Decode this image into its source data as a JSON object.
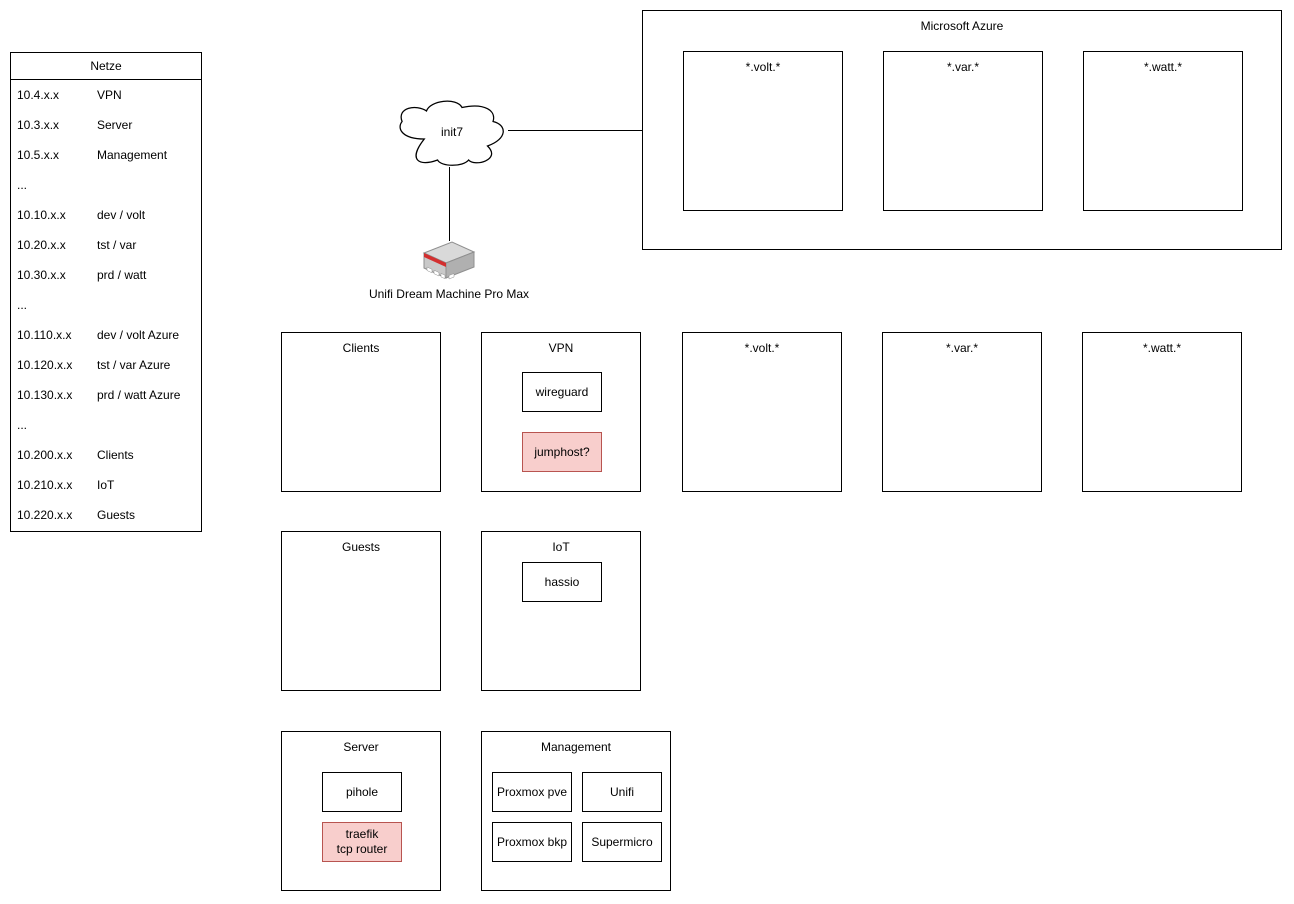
{
  "colors": {
    "shape_border": "#000000",
    "shape_fill": "#ffffff",
    "highlight_fill": "#f8cecc",
    "highlight_border": "#b85450",
    "router_red": "#d32f2f"
  },
  "netze": {
    "title": "Netze",
    "rows": [
      {
        "ip": "10.4.x.x",
        "name": "VPN"
      },
      {
        "ip": "10.3.x.x",
        "name": "Server"
      },
      {
        "ip": "10.5.x.x",
        "name": "Management"
      },
      {
        "ip": "...",
        "name": ""
      },
      {
        "ip": "10.10.x.x",
        "name": "dev / volt"
      },
      {
        "ip": "10.20.x.x",
        "name": "tst / var"
      },
      {
        "ip": "10.30.x.x",
        "name": "prd / watt"
      },
      {
        "ip": "...",
        "name": ""
      },
      {
        "ip": "10.110.x.x",
        "name": "dev / volt Azure"
      },
      {
        "ip": "10.120.x.x",
        "name": "tst / var Azure"
      },
      {
        "ip": "10.130.x.x",
        "name": "prd / watt Azure"
      },
      {
        "ip": "...",
        "name": ""
      },
      {
        "ip": "10.200.x.x",
        "name": "Clients"
      },
      {
        "ip": "10.210.x.x",
        "name": "IoT"
      },
      {
        "ip": "10.220.x.x",
        "name": "Guests"
      }
    ]
  },
  "wan": {
    "cloud_label": "init7",
    "router_label": "Unifi Dream Machine Pro Max"
  },
  "azure": {
    "title": "Microsoft Azure",
    "boxes": [
      {
        "label": "*.volt.*"
      },
      {
        "label": "*.var.*"
      },
      {
        "label": "*.watt.*"
      }
    ]
  },
  "networks": {
    "clients": {
      "label": "Clients"
    },
    "vpn": {
      "label": "VPN",
      "nodes": [
        {
          "label": "wireguard"
        },
        {
          "label": "jumphost?"
        }
      ]
    },
    "volt": {
      "label": "*.volt.*"
    },
    "var": {
      "label": "*.var.*"
    },
    "watt": {
      "label": "*.watt.*"
    },
    "guests": {
      "label": "Guests"
    },
    "iot": {
      "label": "IoT",
      "nodes": [
        {
          "label": "hassio"
        }
      ]
    },
    "server": {
      "label": "Server",
      "nodes": [
        {
          "label": "pihole"
        },
        {
          "label": "traefik\ntcp router"
        }
      ]
    },
    "management": {
      "label": "Management",
      "nodes": [
        {
          "label": "Proxmox pve"
        },
        {
          "label": "Unifi"
        },
        {
          "label": "Proxmox bkp"
        },
        {
          "label": "Supermicro"
        }
      ]
    }
  }
}
